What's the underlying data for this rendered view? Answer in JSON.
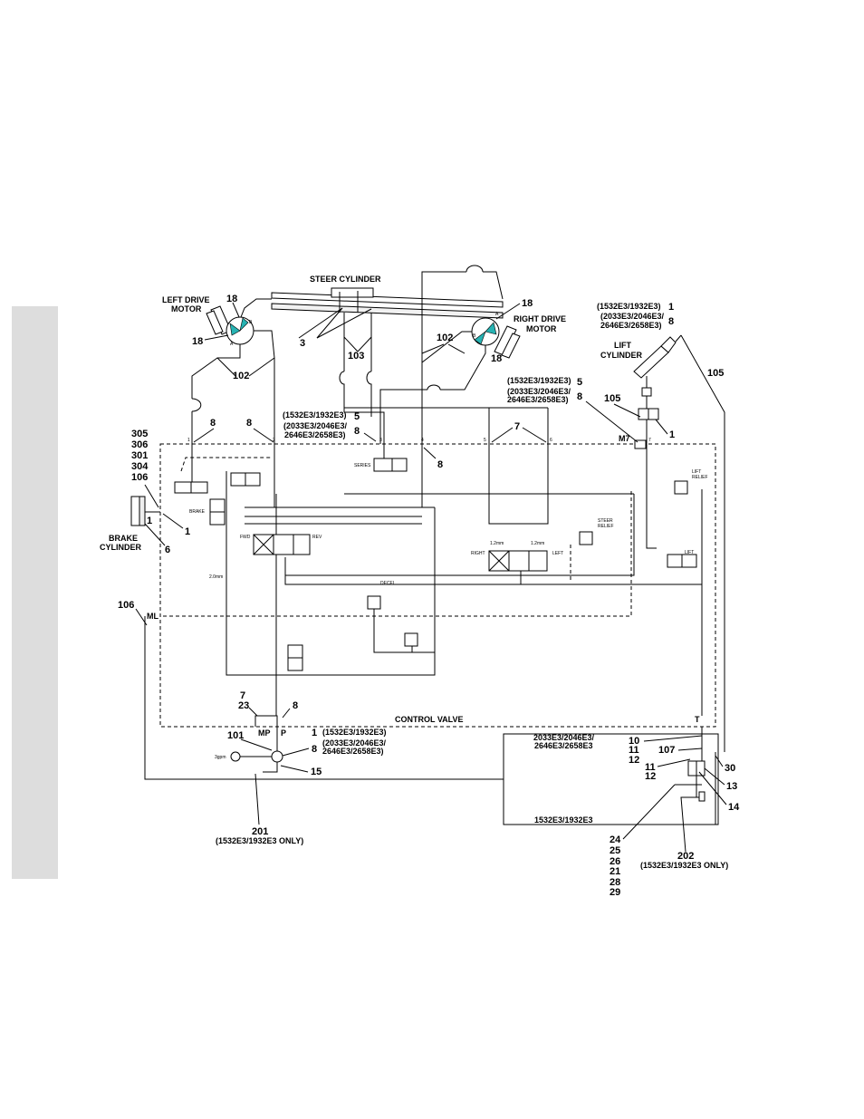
{
  "components": {
    "steer_cylinder": "STEER CYLINDER",
    "left_drive_motor": [
      "LEFT DRIVE",
      "MOTOR"
    ],
    "right_drive_motor": [
      "RIGHT DRIVE",
      "MOTOR"
    ],
    "lift_cylinder": [
      "LIFT",
      "CYLINDER"
    ],
    "brake_cylinder": [
      "BRAKE",
      "CYLINDER"
    ],
    "control_valve": "CONTROL VALVE",
    "port_a": "A",
    "port_b": "B"
  },
  "models": {
    "small": "(1532E3/1932E3)",
    "large_a": "(2033E3/2046E3/",
    "large_b": "2646E3/2658E3)",
    "large_c": "2033E3/2046E3/",
    "large_d": "2646E3/2658E3",
    "small_plain": "1532E3/1932E3",
    "only": "(1532E3/1932E3 ONLY)"
  },
  "valve_labels": {
    "series": "SERIES",
    "brake": "BRAKE",
    "fwd": "FWD",
    "rev": "REV",
    "right": "RIGHT",
    "left": "LEFT",
    "lift": "LIFT",
    "lift_relief": [
      "LIFT",
      "RELIEF"
    ],
    "steer_relief": [
      "STEER",
      "RELIEF"
    ],
    "decel": "DECEL",
    "orifice_1": "1.2mm",
    "orifice_2": "2.0mm",
    "pump_rating": "3gpm",
    "port_m7": "M7",
    "port_ml": "ML",
    "port_mp": "MP",
    "port_p": "P",
    "port_t": "T"
  },
  "port_numbers": [
    "1",
    "2",
    "3",
    "4",
    "5",
    "6",
    "7"
  ],
  "callouts": {
    "c18": "18",
    "c3": "3",
    "c102": "102",
    "c103": "103",
    "c105": "105",
    "c1": "1",
    "c8": "8",
    "c5": "5",
    "c7": "7",
    "c305": "305",
    "c306": "306",
    "c301": "301",
    "c304": "304",
    "c106": "106",
    "c6": "6",
    "c23": "23",
    "c101": "101",
    "c15": "15",
    "c201": "201",
    "c202": "202",
    "c10": "10",
    "c11": "11",
    "c12": "12",
    "c107": "107",
    "c30": "30",
    "c13": "13",
    "c14": "14",
    "c24": "24",
    "c25": "25",
    "c26": "26",
    "c21": "21",
    "c28": "28",
    "c29": "29"
  }
}
